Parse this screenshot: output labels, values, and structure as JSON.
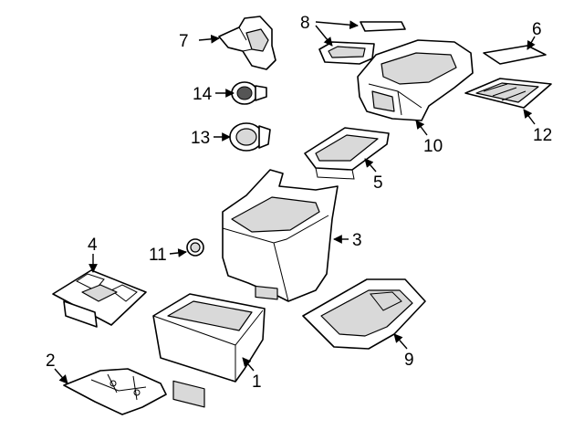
{
  "callouts": [
    {
      "id": "1",
      "label": "1"
    },
    {
      "id": "2",
      "label": "2"
    },
    {
      "id": "3",
      "label": "3"
    },
    {
      "id": "4",
      "label": "4"
    },
    {
      "id": "5",
      "label": "5"
    },
    {
      "id": "6",
      "label": "6"
    },
    {
      "id": "7",
      "label": "7"
    },
    {
      "id": "8",
      "label": "8"
    },
    {
      "id": "9",
      "label": "9"
    },
    {
      "id": "10",
      "label": "10"
    },
    {
      "id": "11",
      "label": "11"
    },
    {
      "id": "12",
      "label": "12"
    },
    {
      "id": "13",
      "label": "13"
    },
    {
      "id": "14",
      "label": "14"
    }
  ],
  "colors": {
    "line": "#000000",
    "background": "#ffffff",
    "shade": "#d9d9d9"
  }
}
